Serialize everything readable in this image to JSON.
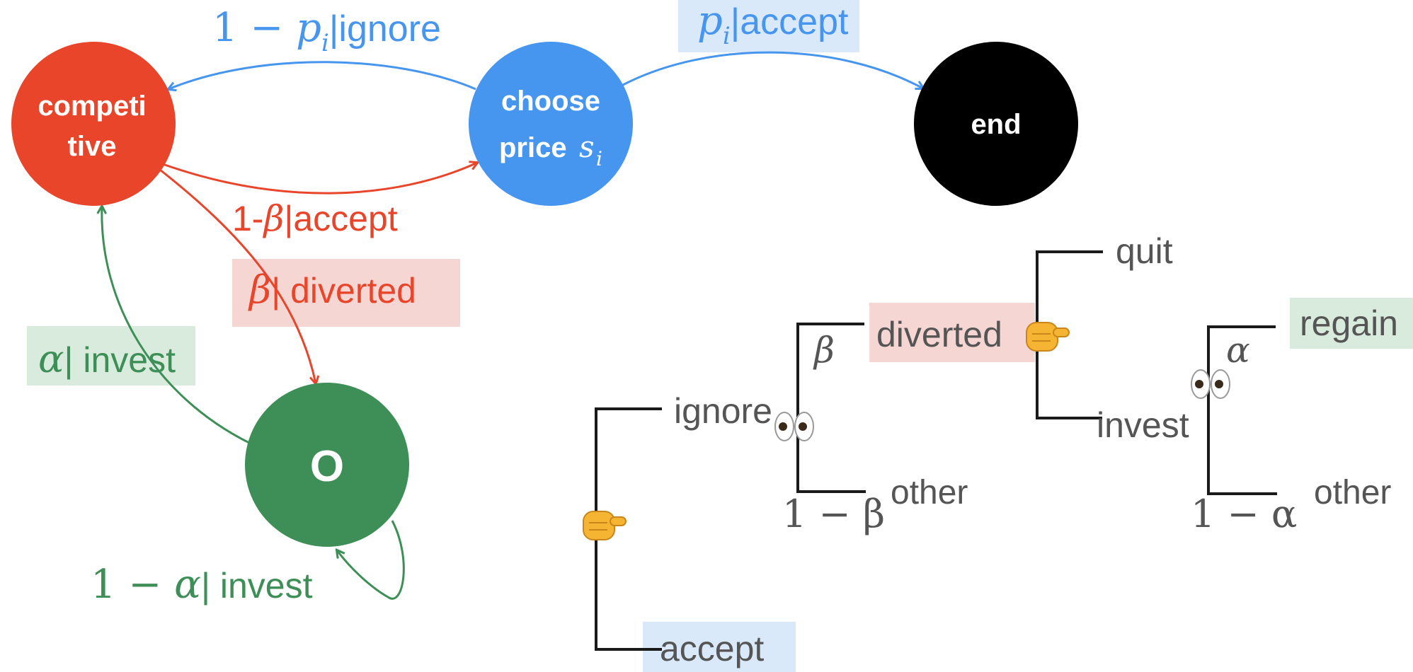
{
  "colors": {
    "red": "#E8452B",
    "blue": "#4695EE",
    "black": "#000000",
    "green": "#3D8F57",
    "gray_text": "#555555",
    "tree_line": "#1a1a1a",
    "hl_blue": "#D9E9FA",
    "hl_red": "#F6D6D3",
    "hl_green": "#D9EBDD"
  },
  "nodes": {
    "competitive": {
      "line1": "competi",
      "line2": "tive"
    },
    "choose_price": {
      "line1": "choose",
      "line2": "price",
      "symbol": "s",
      "subscript": "i"
    },
    "end": {
      "label": "end"
    },
    "o": {
      "label": "O"
    }
  },
  "edge_labels": {
    "ignore": {
      "prob": "1 − ",
      "var": "p",
      "sub": "i",
      "text": "|ignore"
    },
    "accept_end": {
      "var": "p",
      "sub": "i",
      "text": "|accept"
    },
    "accept_red": {
      "pre": "1-",
      "var": "β",
      "text": "|accept"
    },
    "diverted": {
      "var": "β",
      "text": "| diverted"
    },
    "invest": {
      "var": "α",
      "text": "| invest"
    },
    "self_invest": {
      "prob": "1 − ",
      "var": "α",
      "text": "| invest"
    }
  },
  "tree": {
    "root": {
      "top": "ignore",
      "bottom": "accept",
      "hand_icon": "fist-hand-icon"
    },
    "ignore_branch": {
      "top_prob": "β",
      "top": "diverted",
      "bottom_prob": "1 − β",
      "bottom": "other",
      "eyes_icon": "eyes-icon"
    },
    "diverted_branch": {
      "top": "quit",
      "bottom": "invest",
      "hand_icon": "fist-hand-icon"
    },
    "invest_branch": {
      "top_prob": "α",
      "top": "regain",
      "bottom_prob": "1 − α",
      "bottom": "other",
      "eyes_icon": "eyes-icon"
    }
  }
}
